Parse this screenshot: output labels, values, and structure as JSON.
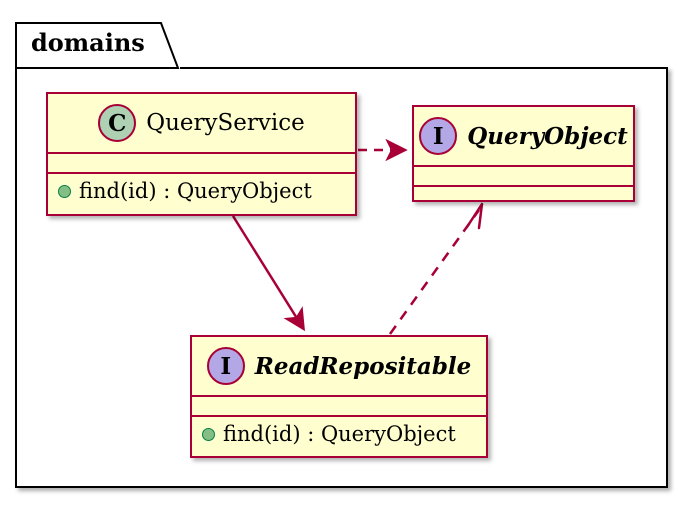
{
  "diagram": {
    "type": "uml-class-diagram",
    "accent_color": "#A80036",
    "box_fill": "#FEFECE",
    "class_icon_color": "#ADD1B2",
    "interface_icon_color": "#B4A7E5",
    "public_member_color": "#84BE84",
    "frame_color": "#000000",
    "background": "#FFFFFF"
  },
  "package": {
    "name": "domains"
  },
  "nodes": [
    {
      "id": "QueryService",
      "kind": "class",
      "stereotype_letter": "C",
      "name": "QueryService",
      "italic": false,
      "attributes": [],
      "methods": [
        {
          "visibility": "public",
          "label": "find(id) : QueryObject"
        }
      ]
    },
    {
      "id": "QueryObject",
      "kind": "interface",
      "stereotype_letter": "I",
      "name": "QueryObject",
      "italic": true,
      "attributes": [],
      "methods": []
    },
    {
      "id": "ReadRepositable",
      "kind": "interface",
      "stereotype_letter": "I",
      "name": "ReadRepositable",
      "italic": true,
      "attributes": [],
      "methods": [
        {
          "visibility": "public",
          "label": "find(id) : QueryObject"
        }
      ]
    }
  ],
  "edges": [
    {
      "from": "QueryService",
      "to": "QueryObject",
      "style": "dashed",
      "arrow": "filled",
      "label": ""
    },
    {
      "from": "QueryService",
      "to": "ReadRepositable",
      "style": "solid",
      "arrow": "filled",
      "label": ""
    },
    {
      "from": "ReadRepositable",
      "to": "QueryObject",
      "style": "dashed",
      "arrow": "open",
      "label": ""
    }
  ]
}
